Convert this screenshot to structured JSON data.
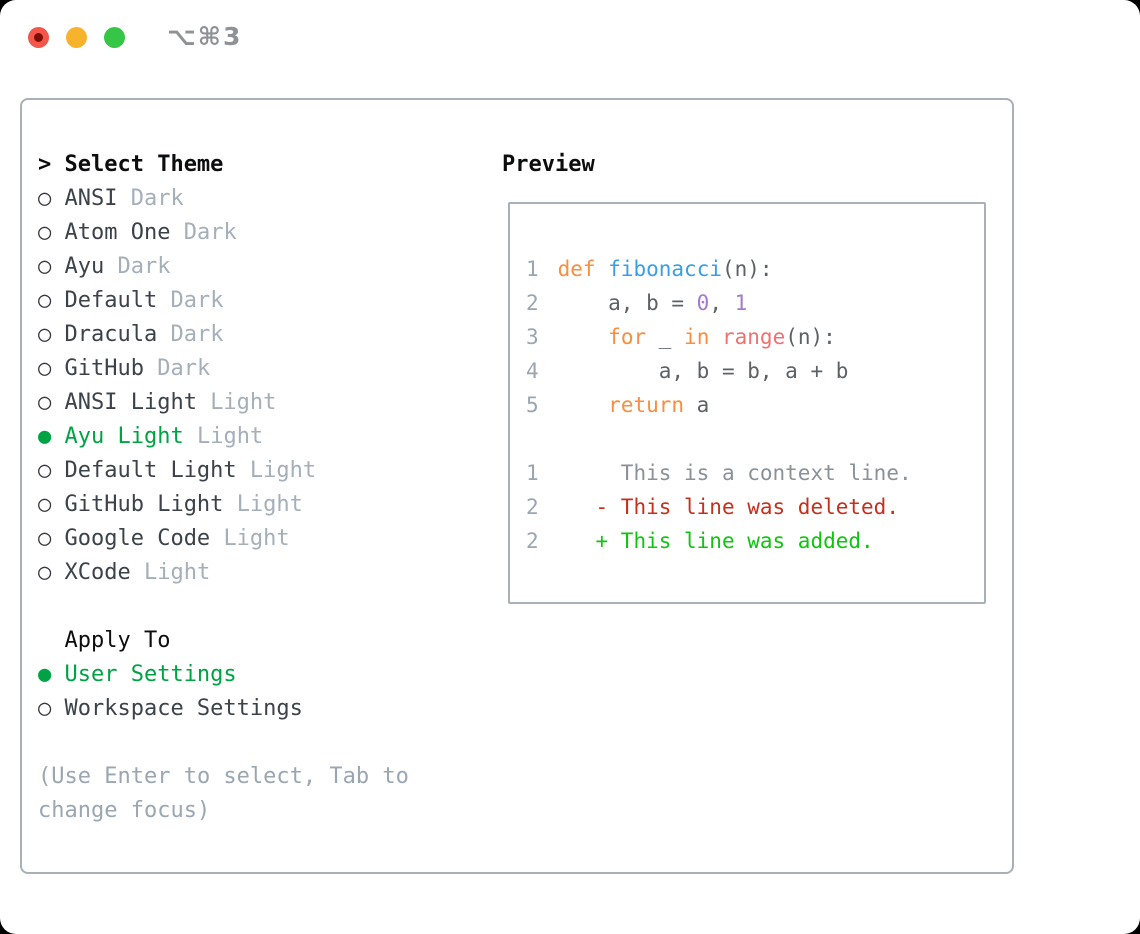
{
  "colors": {
    "outside-bg": "#000000",
    "window-bg": "#ffffff",
    "border-gray": "#a9b0b8",
    "title-gray": "#8e9196",
    "header-black": "#0c0d0f",
    "item-text": "#3c4249",
    "marker-dark": "#33373e",
    "variant-gray": "#a4afba",
    "help-gray": "#9aa6b2",
    "selection-green": "#00a344",
    "traffic-red": "#f4564a",
    "traffic-red-dot": "#7c0e07",
    "traffic-yellow": "#f7b32b",
    "traffic-green": "#35c646"
  },
  "window": {
    "title": "⌥⌘3",
    "traffic_lights": [
      {
        "name": "close",
        "color_key": "traffic-red",
        "dot": true,
        "dot_color_key": "traffic-red-dot"
      },
      {
        "name": "minimize",
        "color_key": "traffic-yellow",
        "dot": false
      },
      {
        "name": "zoom",
        "color_key": "traffic-green",
        "dot": false
      }
    ]
  },
  "icons": {
    "radio_unselected": "○",
    "radio_selected": "●"
  },
  "theme_list": {
    "prompt": ">",
    "header": "Select Theme",
    "items": [
      {
        "label": "ANSI",
        "variant": "Dark",
        "selected": false
      },
      {
        "label": "Atom One",
        "variant": "Dark",
        "selected": false
      },
      {
        "label": "Ayu",
        "variant": "Dark",
        "selected": false
      },
      {
        "label": "Default",
        "variant": "Dark",
        "selected": false
      },
      {
        "label": "Dracula",
        "variant": "Dark",
        "selected": false
      },
      {
        "label": "GitHub",
        "variant": "Dark",
        "selected": false
      },
      {
        "label": "ANSI Light",
        "variant": "Light",
        "selected": false
      },
      {
        "label": "Ayu Light",
        "variant": "Light",
        "selected": true
      },
      {
        "label": "Default Light",
        "variant": "Light",
        "selected": false
      },
      {
        "label": "GitHub Light",
        "variant": "Light",
        "selected": false
      },
      {
        "label": "Google Code",
        "variant": "Light",
        "selected": false
      },
      {
        "label": "XCode",
        "variant": "Light",
        "selected": false
      }
    ]
  },
  "apply_to": {
    "header": "Apply To",
    "options": [
      {
        "label": "User Settings",
        "selected": true
      },
      {
        "label": "Workspace Settings",
        "selected": false
      }
    ]
  },
  "help_text": {
    "line1": "(Use Enter to select, Tab to",
    "line2": "change focus)"
  },
  "preview": {
    "header": "Preview",
    "palette": {
      "lineno": "#9aa5b2",
      "keyword": "#fa8d3e",
      "function": "#399ee6",
      "number": "#a37acc",
      "call": "#f07171",
      "text": "#5c6166",
      "context": "#8a9199",
      "deleted": "#c5301c",
      "added": "#0fc50f"
    },
    "code_lines": [
      {
        "num": "1",
        "segs": [
          {
            "t": "def",
            "c": "keyword"
          },
          {
            "t": " ",
            "c": "text"
          },
          {
            "t": "fibonacci",
            "c": "function"
          },
          {
            "t": "(n):",
            "c": "text"
          }
        ]
      },
      {
        "num": "2",
        "segs": [
          {
            "t": "    a, b = ",
            "c": "text"
          },
          {
            "t": "0",
            "c": "number"
          },
          {
            "t": ", ",
            "c": "text"
          },
          {
            "t": "1",
            "c": "number"
          }
        ]
      },
      {
        "num": "3",
        "segs": [
          {
            "t": "    ",
            "c": "text"
          },
          {
            "t": "for",
            "c": "keyword"
          },
          {
            "t": " _ ",
            "c": "text"
          },
          {
            "t": "in",
            "c": "keyword"
          },
          {
            "t": " ",
            "c": "text"
          },
          {
            "t": "range",
            "c": "call"
          },
          {
            "t": "(n):",
            "c": "text"
          }
        ]
      },
      {
        "num": "4",
        "segs": [
          {
            "t": "        a, b = b, a + b",
            "c": "text"
          }
        ]
      },
      {
        "num": "5",
        "segs": [
          {
            "t": "    ",
            "c": "text"
          },
          {
            "t": "return",
            "c": "keyword"
          },
          {
            "t": " a",
            "c": "text"
          }
        ]
      },
      {
        "num": "",
        "segs": []
      },
      {
        "num": "1",
        "segs": [
          {
            "t": "     This is a context line.",
            "c": "context"
          }
        ]
      },
      {
        "num": "2",
        "segs": [
          {
            "t": "   - This line was deleted.",
            "c": "deleted"
          }
        ]
      },
      {
        "num": "2",
        "segs": [
          {
            "t": "   + This line was added.",
            "c": "added"
          }
        ]
      }
    ]
  }
}
